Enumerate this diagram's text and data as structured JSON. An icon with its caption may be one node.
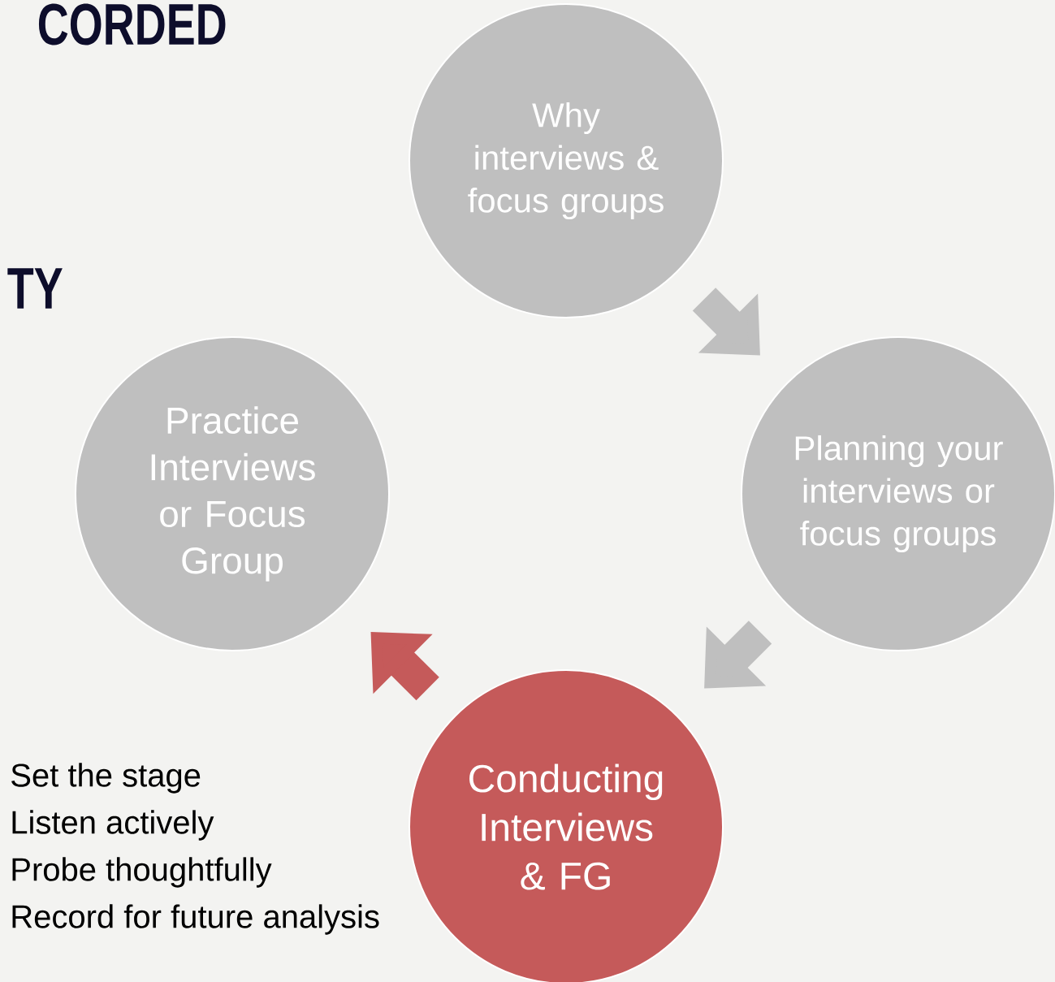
{
  "diagram": {
    "nodes": [
      {
        "text": [
          "Why interviews & focus groups"
        ]
      },
      {
        "text": [
          "Planning your interviews or focus groups"
        ]
      },
      {
        "text": [
          "Conducting Interviews & FG"
        ]
      },
      {
        "text": [
          "Practice Interviews or Focus Group"
        ]
      }
    ],
    "edges": [
      {
        "from": 0,
        "to": 1,
        "arrow": "to"
      },
      {
        "from": 1,
        "to": 2,
        "arrow": "to"
      },
      {
        "from": 2,
        "to": 3,
        "arrow": "to",
        "color": "#c55a5a"
      }
    ],
    "labels": [
      "CORDED",
      "TY",
      "Set the stage",
      "Listen actively",
      "Probe thoughtfully",
      "Record for future analysis"
    ]
  }
}
